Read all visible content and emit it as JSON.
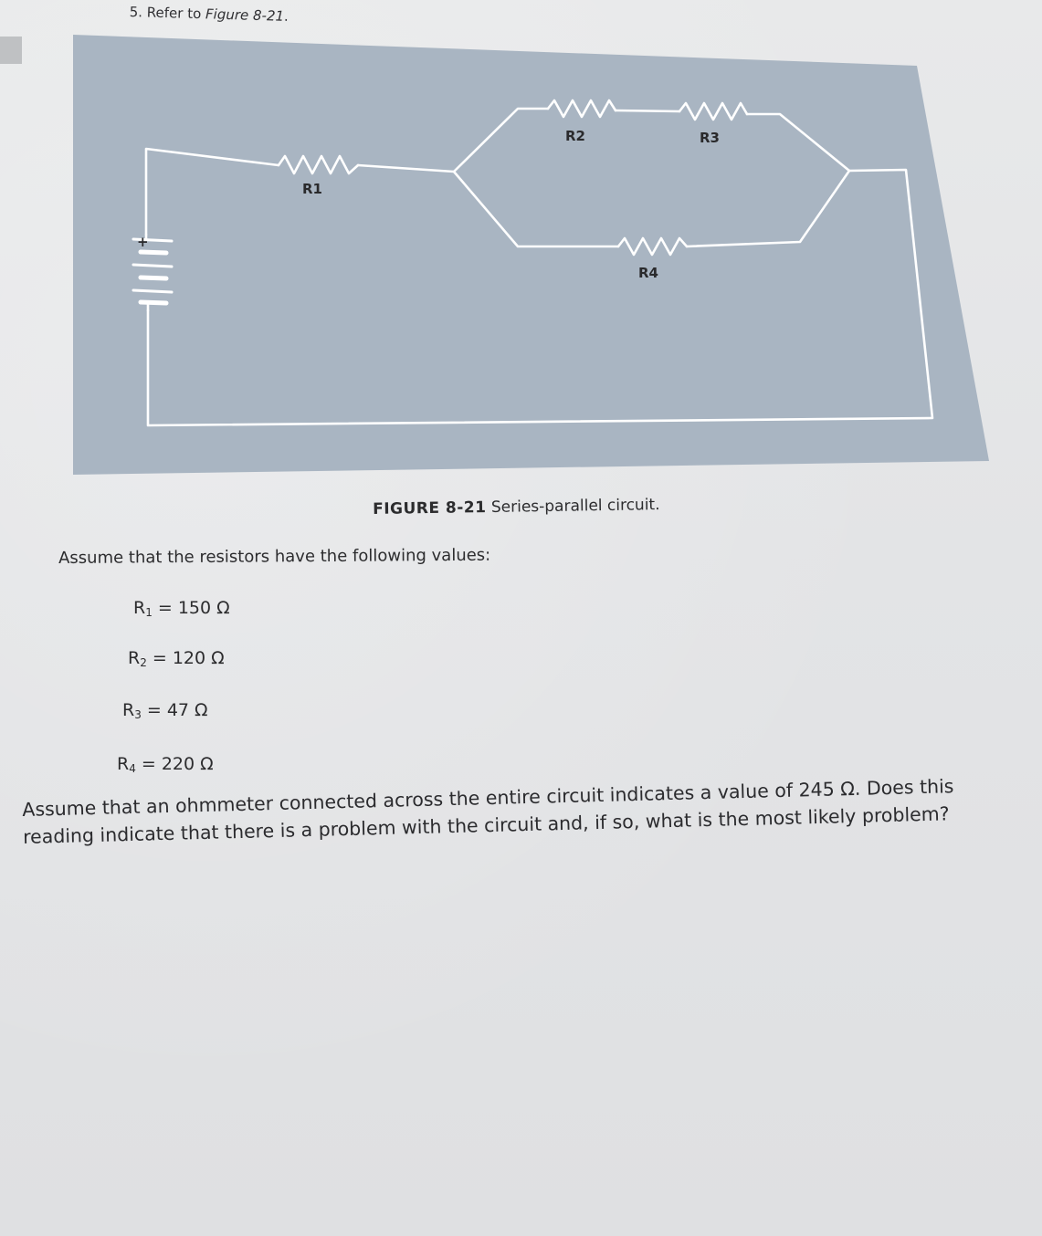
{
  "question": {
    "number_prefix": "5. Refer to ",
    "figure_ref": "Figure 8-21",
    "period": ".",
    "assume_values_text": "Assume that the resistors have the following values:",
    "ohmmeter_line1": "Assume that an ohmmeter connected across the entire circuit indicates a value of 245 Ω. Does this",
    "ohmmeter_line2": "reading indicate that there is a problem with the circuit and, if so, what is the most likely problem?"
  },
  "figure": {
    "caption_label": "FIGURE 8-21",
    "caption_text": " Series-parallel circuit.",
    "battery_plus": "+",
    "labels": {
      "r1": "R1",
      "r2": "R2",
      "r3": "R3",
      "r4": "R4"
    },
    "colors": {
      "panel": "#a9b5c2",
      "wire": "#ffffff"
    }
  },
  "resistors": [
    {
      "name": "R",
      "sub": "1",
      "eq": " = 150 Ω"
    },
    {
      "name": "R",
      "sub": "2",
      "eq": " = 120 Ω"
    },
    {
      "name": "R",
      "sub": "3",
      "eq": " = 47 Ω"
    },
    {
      "name": "R",
      "sub": "4",
      "eq": " = 220 Ω"
    }
  ]
}
